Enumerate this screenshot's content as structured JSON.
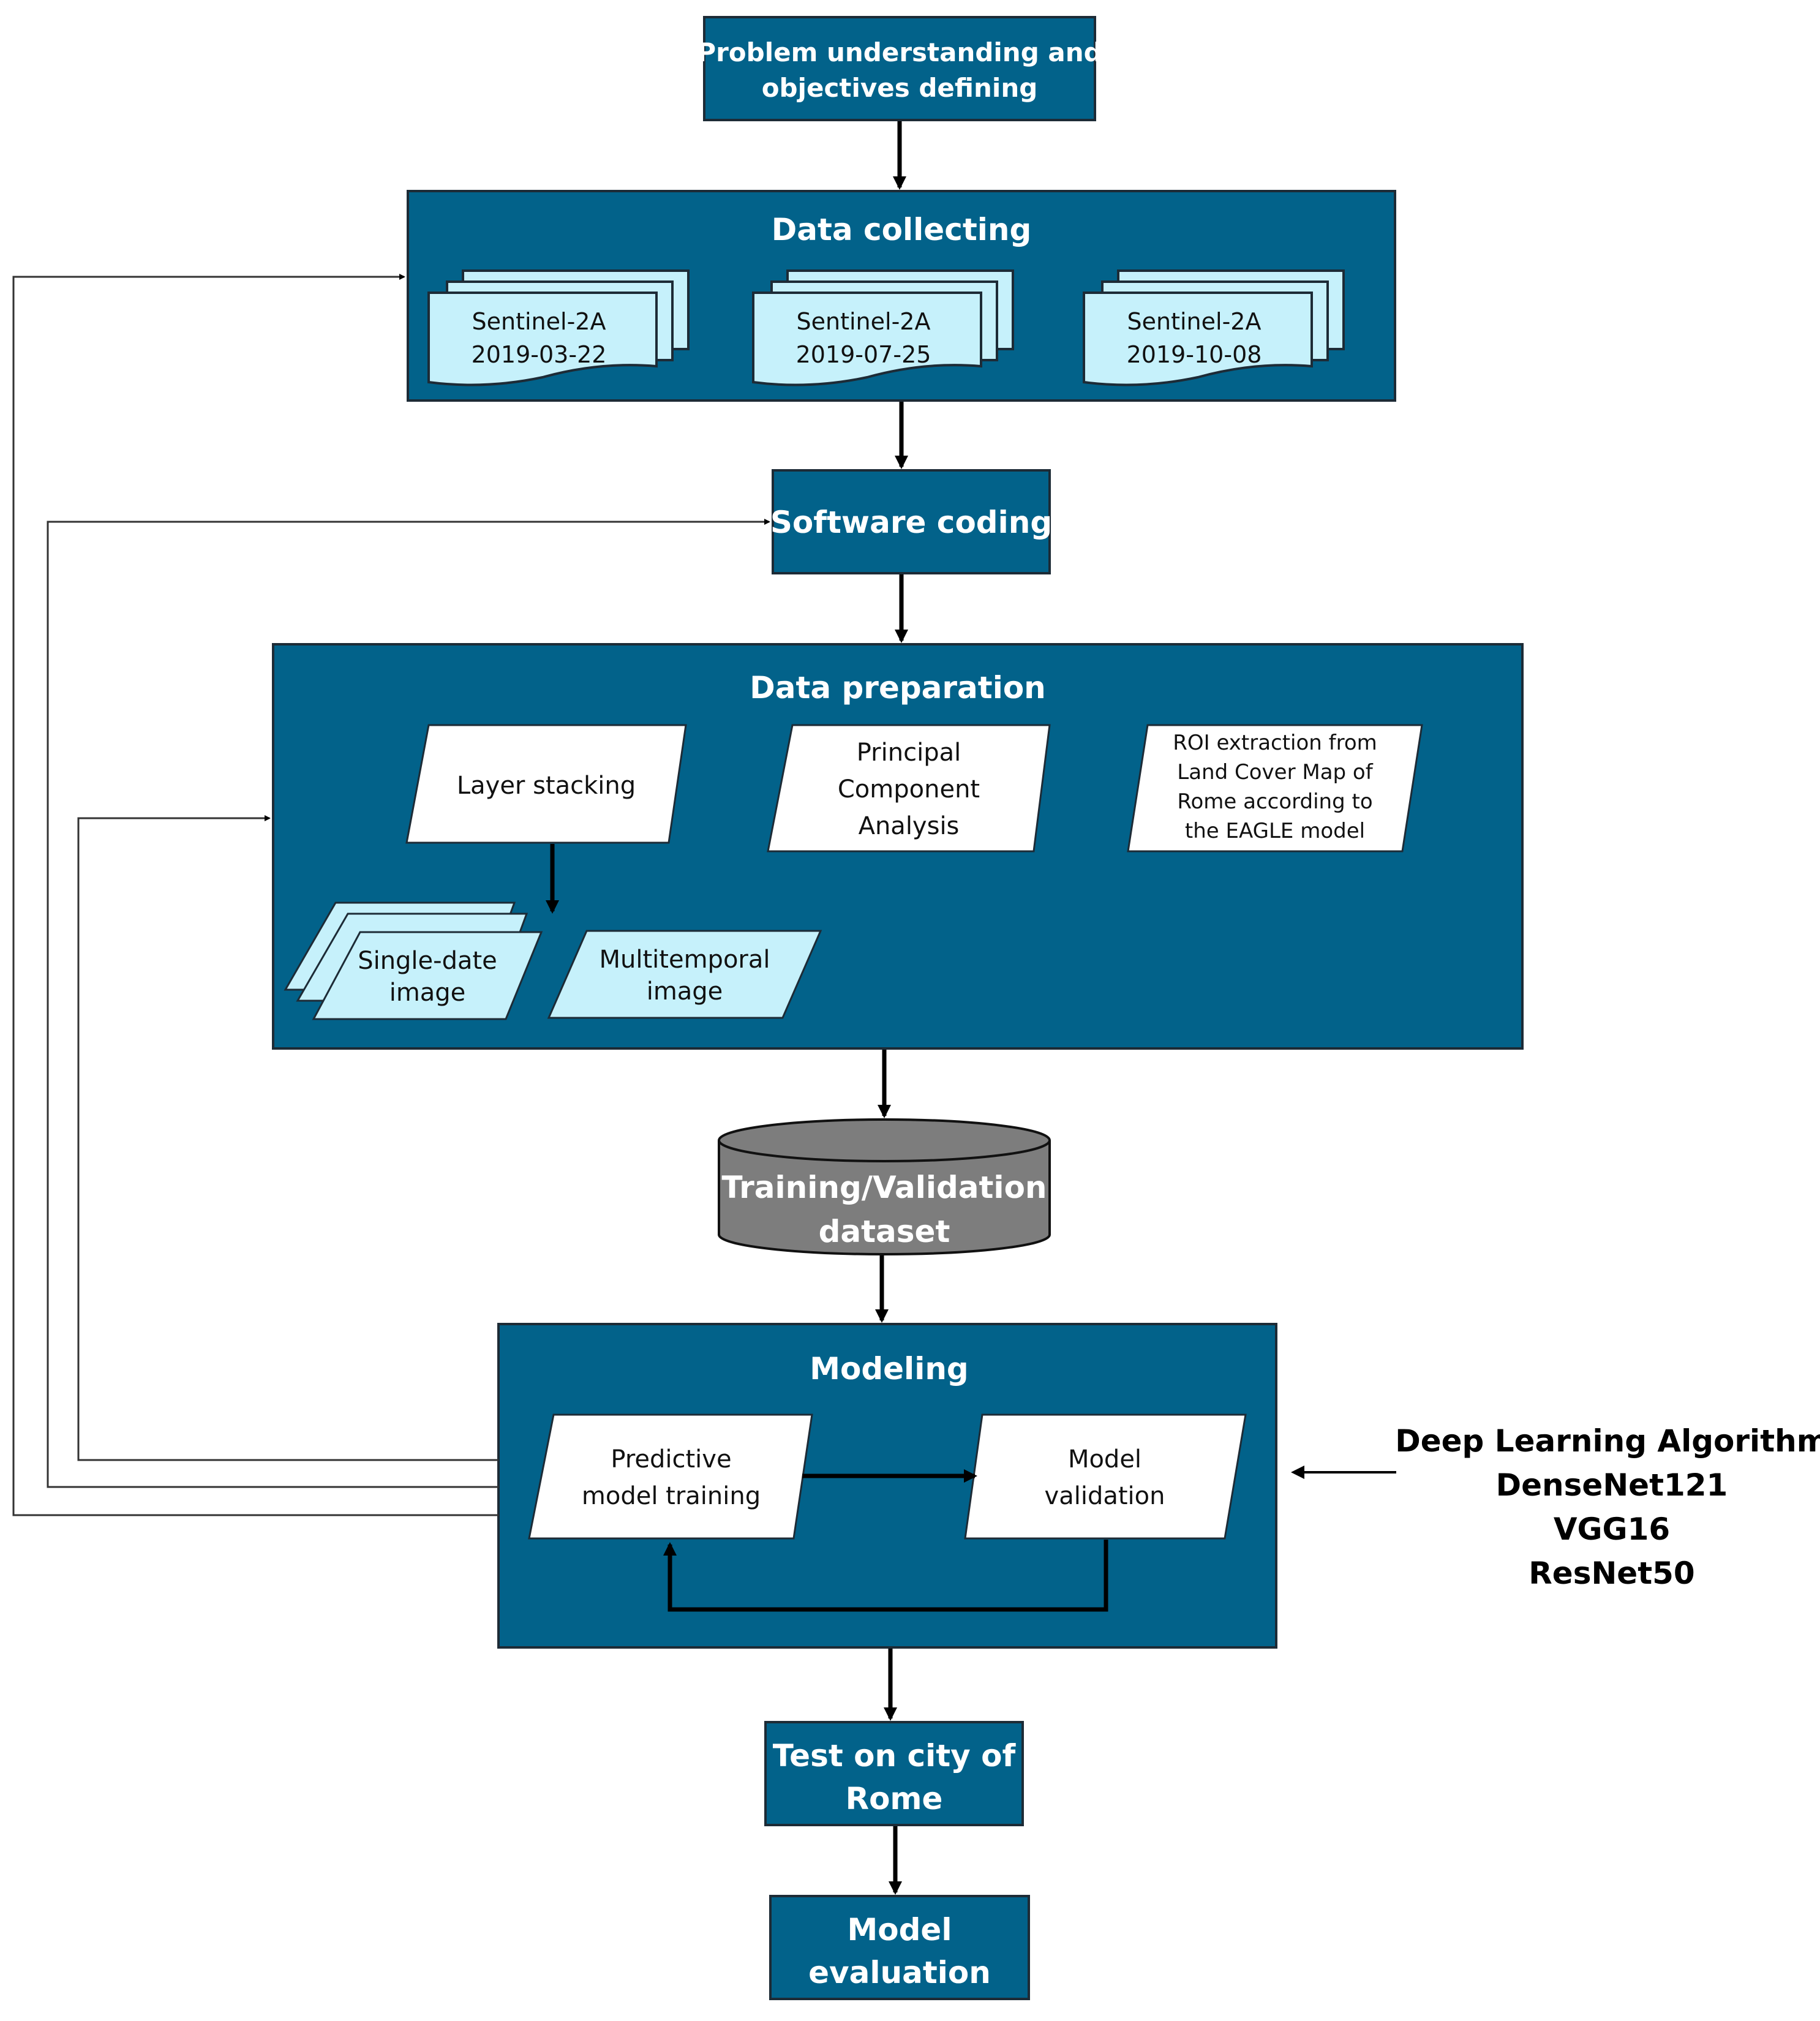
{
  "colors": {
    "box_fill": "#02628a",
    "box_border": "#1d2b36",
    "light_fill": "#c6f1fb",
    "cylinder_fill": "#7d7d7d",
    "arrow": "#000000",
    "feedback_line": "#333333"
  },
  "problem": {
    "line1": "Problem understanding and",
    "line2": "objectives defining"
  },
  "data_collecting": {
    "title": "Data collecting",
    "docs": [
      {
        "line1": "Sentinel-2A",
        "line2": "2019-03-22"
      },
      {
        "line1": "Sentinel-2A",
        "line2": "2019-07-25"
      },
      {
        "line1": "Sentinel-2A",
        "line2": "2019-10-08"
      }
    ]
  },
  "software_coding": {
    "title": "Software coding"
  },
  "data_preparation": {
    "title": "Data preparation",
    "layer_stacking": "Layer stacking",
    "pca": {
      "line1": "Principal",
      "line2": "Component",
      "line3": "Analysis"
    },
    "roi": {
      "line1": "ROI extraction from",
      "line2": "Land Cover Map of",
      "line3": "Rome according to",
      "line4": "the EAGLE model"
    },
    "single_date": {
      "line1": "Single-date",
      "line2": "image"
    },
    "multitemporal": {
      "line1": "Multitemporal",
      "line2": "image"
    }
  },
  "dataset": {
    "line1": "Training/Validation",
    "line2": "dataset"
  },
  "modeling": {
    "title": "Modeling",
    "training": {
      "line1": "Predictive",
      "line2": "model training"
    },
    "validation": {
      "line1": "Model",
      "line2": "validation"
    }
  },
  "algorithms": {
    "title": "Deep Learning Algorithm",
    "items": [
      "DenseNet121",
      "VGG16",
      "ResNet50"
    ]
  },
  "test": {
    "line1": "Test on city of",
    "line2": "Rome"
  },
  "evaluation": {
    "line1": "Model",
    "line2": "evaluation"
  }
}
